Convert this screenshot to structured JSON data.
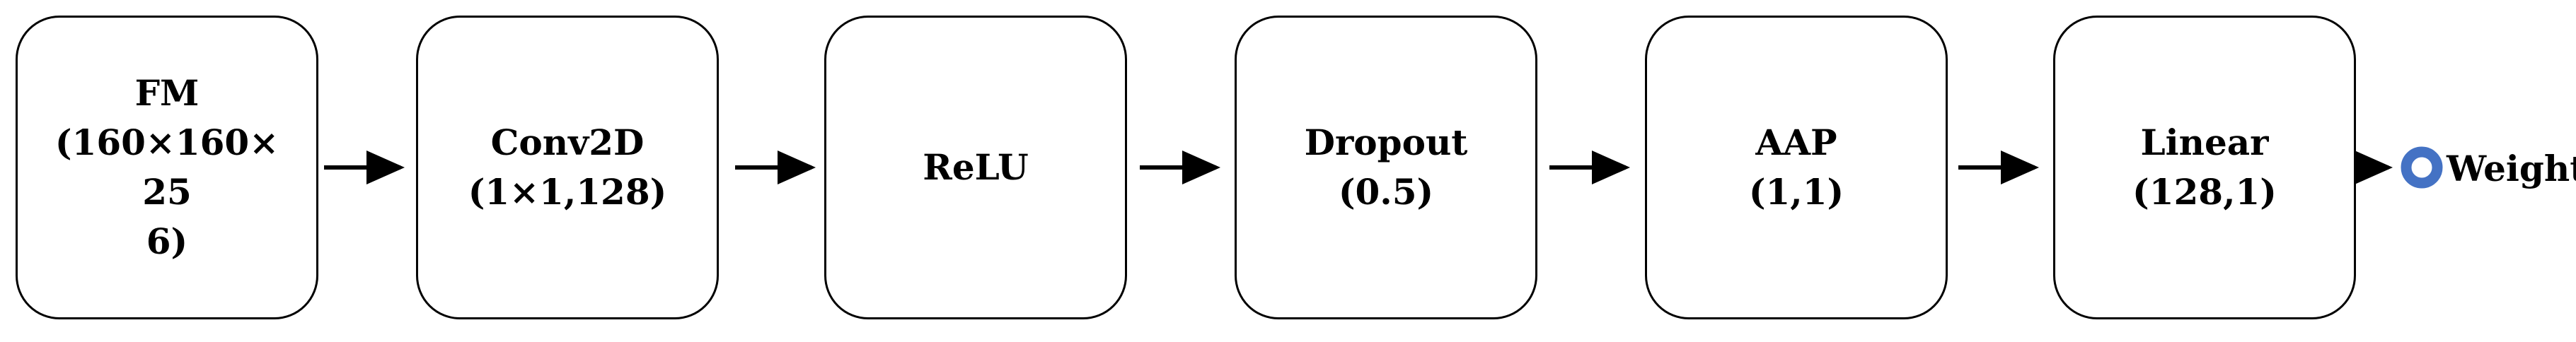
{
  "diagram": {
    "stages": [
      {
        "id": "fm",
        "lines": [
          "FM",
          "(160×160×25",
          "6)"
        ]
      },
      {
        "id": "conv2d",
        "lines": [
          "Conv2D",
          "(1×1,128)"
        ]
      },
      {
        "id": "relu",
        "lines": [
          "ReLU"
        ]
      },
      {
        "id": "dropout",
        "lines": [
          "Dropout",
          "(0.5)"
        ]
      },
      {
        "id": "aap",
        "lines": [
          "AAP",
          "(1,1)"
        ]
      },
      {
        "id": "linear",
        "lines": [
          "Linear",
          "(128,1)"
        ]
      }
    ],
    "output": {
      "label": "Weight",
      "node_color": "#4472C4",
      "node_center_color": "#ffffff"
    },
    "colors": {
      "box_border": "#000000",
      "arrow": "#000000",
      "text": "#000000"
    }
  }
}
